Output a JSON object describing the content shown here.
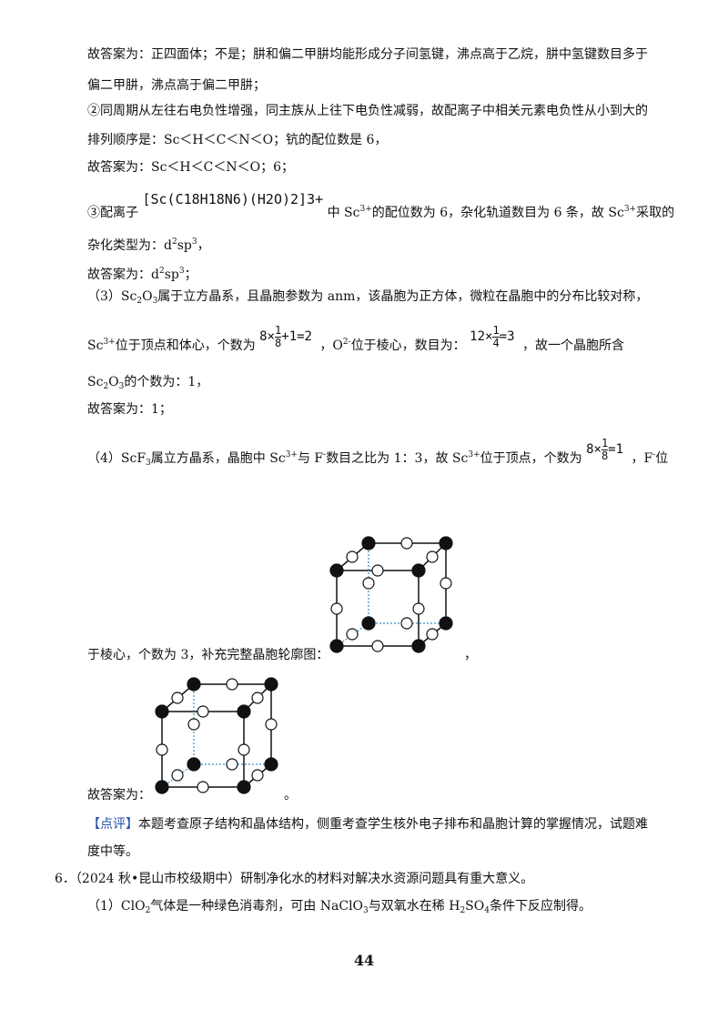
{
  "lines": {
    "l1": "故答案为：正四面体；不是；肼和偏二甲肼均能形成分子间氢键，沸点高于乙烷，肼中氢键数目多于",
    "l2": "偏二甲肼，沸点高于偏二甲肼；",
    "l3": "②同周期从左往右电负性增强，同主族从上往下电负性减弱，故配离子中相关元素电负性从小到大的",
    "l4": "排列顺序是：Sc＜H＜C＜N＜O；钪的配位数是 6，",
    "l5": "故答案为：Sc＜H＜C＜N＜O；6；",
    "l6_pre": "③配离子",
    "l6_formula": "[Sc(C18H18N6)(H2O)2]3+",
    "l6_post_a": "中 Sc",
    "l6_post_b": "的配位数为 6，杂化轨道数目为 6 条，故 Sc",
    "l6_post_c": "采取的",
    "l7": "杂化类型为：d",
    "l7_b": "sp",
    "l8": "故答案为：d",
    "l9": "（3）Sc",
    "l9_b": "O",
    "l9_c": "属于立方晶系，且晶胞参数为 anm，该晶胞为正方体，微粒在晶胞中的分布比较对称，",
    "l10_a": "Sc",
    "l10_b": "位于顶点和体心，个数为",
    "l10_c": "，O",
    "l10_d": "位于棱心，数目为：",
    "l10_e": "，故一个晶胞所含",
    "l11": "的个数为：1，",
    "l12": "故答案为：1；",
    "l13_a": "（4）ScF",
    "l13_b": "属立方晶系，晶胞中 Sc",
    "l13_c": "与 F",
    "l13_d": "数目之比为 1：3，故 Sc",
    "l13_e": "位于顶点，个数为",
    "l13_f": "，F",
    "l13_g": "位",
    "l14": "于棱心，个数为 3，补充完整晶胞轮廓图：",
    "l14_end": "，",
    "l15": "故答案为：",
    "l15_end": "。",
    "comment_tag": "【点评】",
    "comment_text": "本题考查原子结构和晶体结构，侧重考查学生核外电子排布和晶胞计算的掌握情况，试题难",
    "comment_text2": "度中等。",
    "q6": "6．（2024 秋•昆山市校级期中）研制净化水的材料对解决水资源问题具有重大意义。",
    "q6_1a": "（1）ClO",
    "q6_1b": "气体是一种绿色消毒剂，可由 NaClO",
    "q6_1c": "与双氧水在稀 H",
    "q6_1d": "SO",
    "q6_1e": "条件下反应制得。"
  },
  "math": {
    "f1_a": "8×",
    "f1_num": "1",
    "f1_den": "8",
    "f1_b": "+1=2",
    "f2_a": "12×",
    "f2_num": "1",
    "f2_den": "4",
    "f2_b": "=3",
    "f3_a": "8×",
    "f3_num": "1",
    "f3_den": "8",
    "f3_b": "=1"
  },
  "sub": {
    "two": "2",
    "three": "3",
    "four": "4",
    "sup3": "3+",
    "supminus": "-",
    "sup2m": "2-"
  },
  "page_number": "44"
}
